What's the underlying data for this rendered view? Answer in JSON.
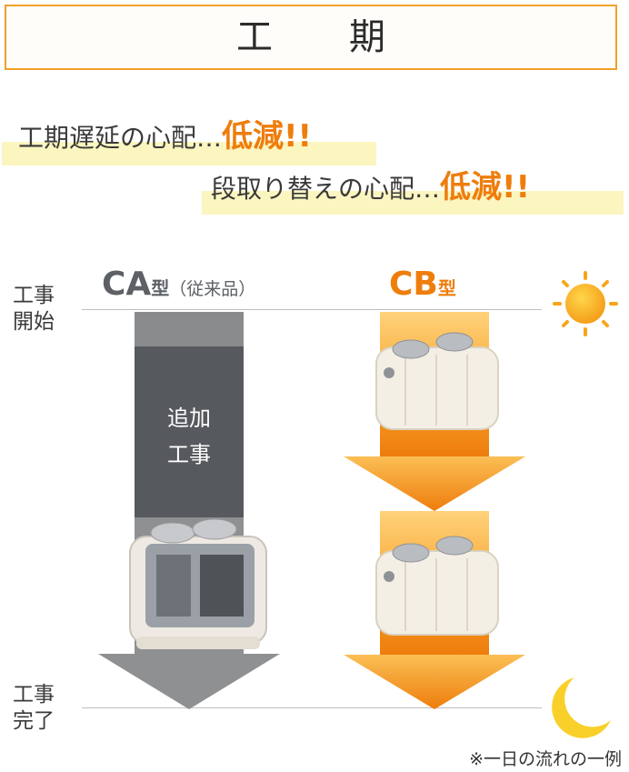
{
  "title": "工　期",
  "line1": {
    "text": "工期遅延の心配…",
    "emph": "低減!!"
  },
  "line2": {
    "text": "段取り替えの心配…",
    "emph": "低減!!"
  },
  "start_label": [
    "工事",
    "開始"
  ],
  "end_label": [
    "工事",
    "完了"
  ],
  "ca": {
    "name": "CA",
    "type": "型",
    "note": "（従来品）",
    "added_work": [
      "追加",
      "工事"
    ]
  },
  "cb": {
    "name": "CB",
    "type": "型"
  },
  "footnote": "※一日の流れの一例",
  "colors": {
    "accent": "#ee7d0c",
    "border": "#f0a12b",
    "gray_arrow": "#8a8b8d",
    "dark_gray": "#56595d",
    "highlight": "#fbf5c0",
    "sun": "#f7a51c",
    "moon": "#f9d02a"
  },
  "icons": [
    "sun-icon",
    "moon-icon",
    "septic-tank-icon"
  ]
}
